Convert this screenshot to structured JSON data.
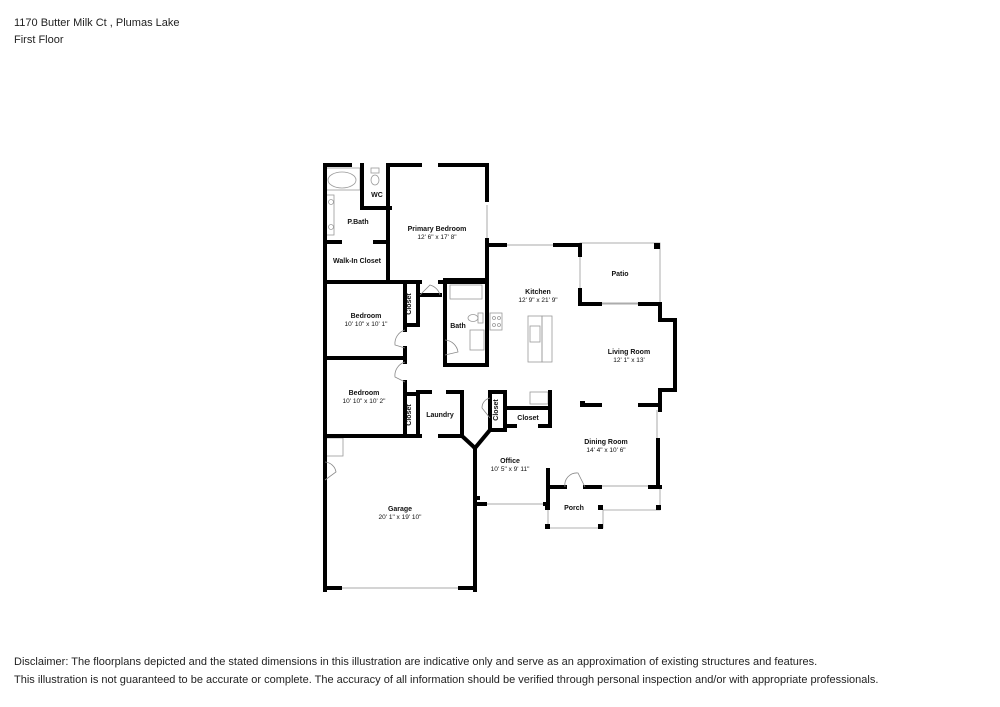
{
  "header": {
    "address": "1170 Butter Milk Ct , Plumas Lake",
    "floor": "First Floor"
  },
  "rooms": {
    "wc": {
      "label": "WC"
    },
    "pbath": {
      "label": "P.Bath"
    },
    "walkin": {
      "label": "Walk-In Closet"
    },
    "primary": {
      "label": "Primary Bedroom",
      "dims": "12' 6\" x 17' 8\""
    },
    "bed1": {
      "label": "Bedroom",
      "dims": "10' 10\" x 10' 1\""
    },
    "closet1": {
      "label": "Closet"
    },
    "bath": {
      "label": "Bath"
    },
    "bed2": {
      "label": "Bedroom",
      "dims": "10' 10\" x 10' 2\""
    },
    "closet2": {
      "label": "Closet"
    },
    "laundry": {
      "label": "Laundry"
    },
    "kitchen": {
      "label": "Kitchen",
      "dims": "12' 9\" x 21' 9\""
    },
    "patio": {
      "label": "Patio"
    },
    "living": {
      "label": "Living Room",
      "dims": "12' 1\" x 13'"
    },
    "closet3": {
      "label": "Closet"
    },
    "closet4": {
      "label": "Closet"
    },
    "dining": {
      "label": "Dining Room",
      "dims": "14' 4\" x 10' 6\""
    },
    "office": {
      "label": "Office",
      "dims": "10' 5\" x 9' 11\""
    },
    "porch": {
      "label": "Porch"
    },
    "garage": {
      "label": "Garage",
      "dims": "20' 1\" x 19' 10\""
    }
  },
  "disclaimer": {
    "line1": "Disclaimer: The floorplans depicted and the stated dimensions in this illustration are indicative only and serve as an approximation of existing structures and features.",
    "line2": "This illustration is not guaranteed to be accurate or complete. The accuracy of all information should be verified through personal inspection and/or with appropriate professionals."
  }
}
